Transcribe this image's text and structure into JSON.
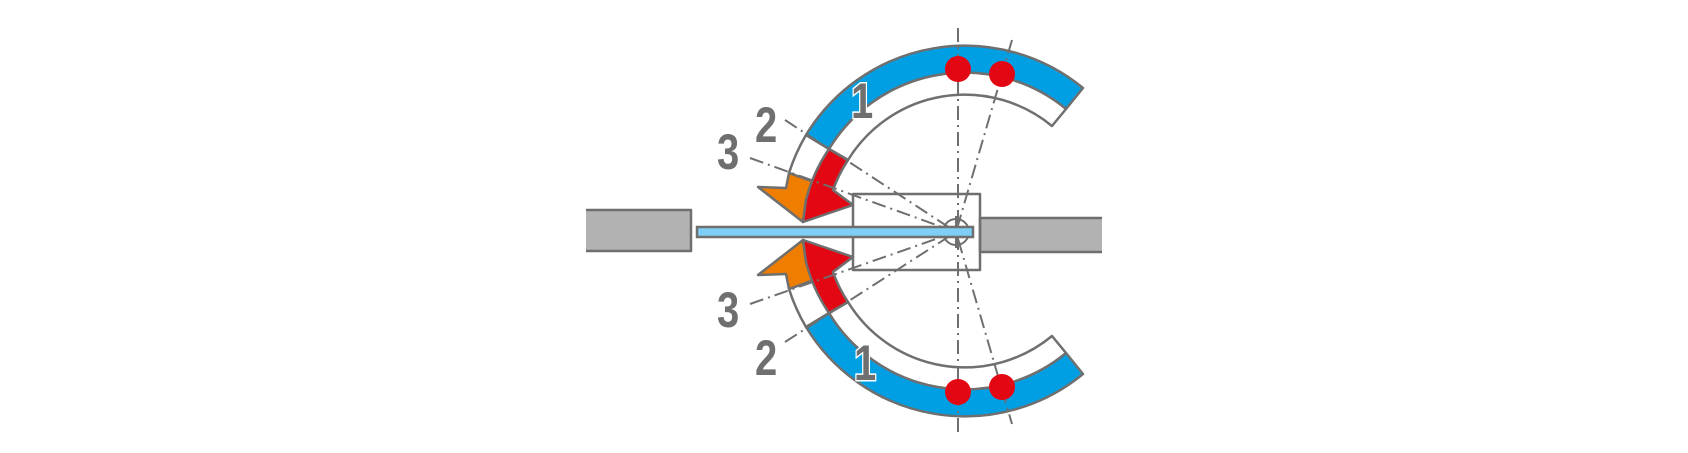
{
  "labels": {
    "top_1": "1",
    "top_2": "2",
    "top_3": "3",
    "bottom_1": "1",
    "bottom_2": "2",
    "bottom_3": "3"
  },
  "colors": {
    "blue": "#009fe3",
    "red": "#e30613",
    "orange": "#ef7d00",
    "gray_line": "#6f6f6f",
    "gray_fill": "#b2b2b2",
    "light_blue": "#7fcef5"
  }
}
